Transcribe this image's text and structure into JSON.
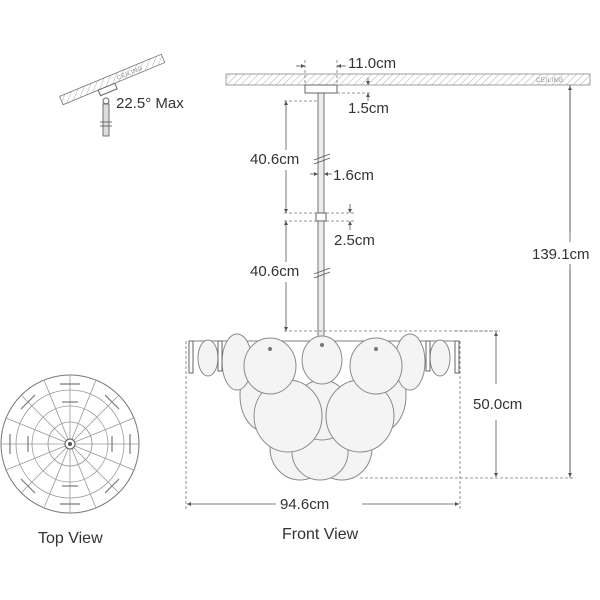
{
  "labels": {
    "ceiling_left": "CEILING",
    "ceiling_right": "CEILING",
    "slope": "22.5° Max",
    "canopy_width": "11.0cm",
    "canopy_height": "1.5cm",
    "rod_upper": "40.6cm",
    "rod_diameter": "1.6cm",
    "coupling": "2.5cm",
    "rod_lower": "40.6cm",
    "overall_height": "139.1cm",
    "body_height": "50.0cm",
    "width": "94.6cm",
    "top_view": "Top View",
    "front_view": "Front View"
  },
  "colors": {
    "line": "#555555",
    "text": "#333333",
    "disc_fill": "#f4f4f4"
  }
}
